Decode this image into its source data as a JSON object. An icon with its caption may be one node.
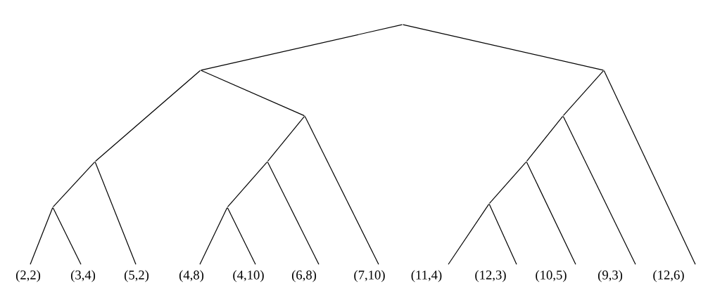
{
  "diagram": {
    "nodes": [
      {
        "text": [],
        "shape": "point"
      },
      {
        "text": [],
        "shape": "point"
      },
      {
        "text": [],
        "shape": "point"
      },
      {
        "text": [],
        "shape": "point"
      },
      {
        "text": [],
        "shape": "point"
      },
      {
        "text": [],
        "shape": "point"
      },
      {
        "text": [],
        "shape": "point"
      },
      {
        "text": [],
        "shape": "point"
      },
      {
        "text": [],
        "shape": "point"
      },
      {
        "text": [],
        "shape": "point"
      },
      {
        "text": [],
        "shape": "point"
      },
      {
        "text": [
          "(2,2)"
        ]
      },
      {
        "text": [
          "(3,4)"
        ]
      },
      {
        "text": [
          "(5,2)"
        ]
      },
      {
        "text": [
          "(4,8)"
        ]
      },
      {
        "text": [
          "(4,10)"
        ]
      },
      {
        "text": [
          "(6,8)"
        ]
      },
      {
        "text": [
          "(7,10)"
        ]
      },
      {
        "text": [
          "(11,4)"
        ]
      },
      {
        "text": [
          "(12,3)"
        ]
      },
      {
        "text": [
          "(10,5)"
        ]
      },
      {
        "text": [
          "(9,3)"
        ]
      },
      {
        "text": [
          "(12,6)"
        ]
      }
    ],
    "edges": [
      {
        "from": 0,
        "to": 1,
        "arrow": "none"
      },
      {
        "from": 0,
        "to": 2,
        "arrow": "none"
      },
      {
        "from": 1,
        "to": 3,
        "arrow": "none"
      },
      {
        "from": 1,
        "to": 4,
        "arrow": "none"
      },
      {
        "from": 3,
        "to": 6,
        "arrow": "none"
      },
      {
        "from": 3,
        "to": 13,
        "arrow": "none"
      },
      {
        "from": 6,
        "to": 11,
        "arrow": "none"
      },
      {
        "from": 6,
        "to": 12,
        "arrow": "none"
      },
      {
        "from": 4,
        "to": 7,
        "arrow": "none"
      },
      {
        "from": 4,
        "to": 17,
        "arrow": "none"
      },
      {
        "from": 7,
        "to": 9,
        "arrow": "none"
      },
      {
        "from": 7,
        "to": 16,
        "arrow": "none"
      },
      {
        "from": 9,
        "to": 14,
        "arrow": "none"
      },
      {
        "from": 9,
        "to": 15,
        "arrow": "none"
      },
      {
        "from": 2,
        "to": 5,
        "arrow": "none"
      },
      {
        "from": 2,
        "to": 22,
        "arrow": "none"
      },
      {
        "from": 5,
        "to": 8,
        "arrow": "none"
      },
      {
        "from": 5,
        "to": 21,
        "arrow": "none"
      },
      {
        "from": 8,
        "to": 10,
        "arrow": "none"
      },
      {
        "from": 8,
        "to": 20,
        "arrow": "none"
      },
      {
        "from": 10,
        "to": 18,
        "arrow": "none"
      },
      {
        "from": 10,
        "to": 19,
        "arrow": "none"
      }
    ]
  }
}
